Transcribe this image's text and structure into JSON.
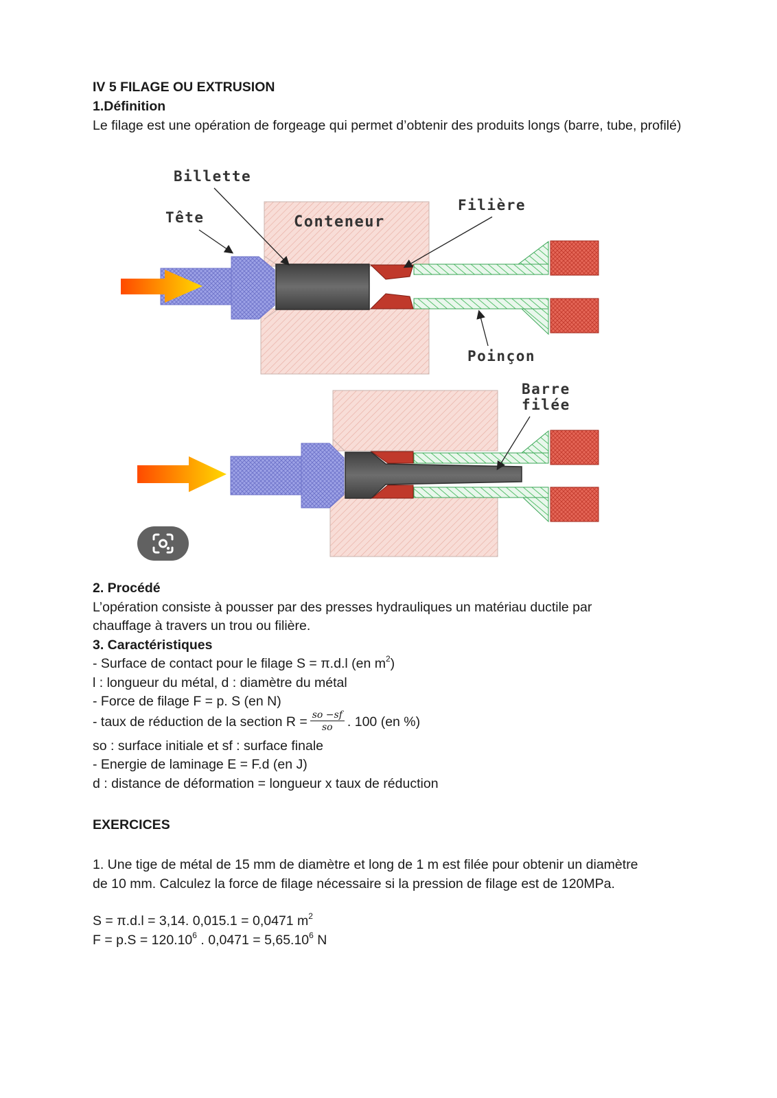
{
  "section_title": "IV 5 FILAGE OU EXTRUSION",
  "definition": {
    "heading": "1.Définition",
    "text": "Le filage est une opération de forgeage qui permet d’obtenir des produits longs (barre, tube, profilé)"
  },
  "diagram": {
    "labels": {
      "billette": "Billette",
      "tete": "Tête",
      "conteneur": "Conteneur",
      "filiere": "Filière",
      "poincon": "Poinçon",
      "barre_1": "Barre",
      "barre_2": "filée"
    },
    "lens_icon": "image-search-icon"
  },
  "procede": {
    "heading": "2. Procédé",
    "line1": "L’opération consiste à pousser par des presses hydrauliques un matériau ductile par",
    "line2": "chauffage à travers un trou ou filière."
  },
  "caracteristiques": {
    "heading": "3. Caractéristiques",
    "surface_prefix": "- Surface de contact pour le filage S = π.d.l  (en m",
    "surface_exp": "2",
    "surface_suffix": ")",
    "l_d_def": "l : longueur du métal, d : diamètre du métal",
    "force": "- Force de filage F = p. S (en N)",
    "taux_prefix": "-  taux de réduction de la section  R =",
    "taux_num": "so −sf",
    "taux_den": "so",
    "taux_suffix": ". 100 (en %)",
    "so_sf_def": "so : surface initiale et sf : surface finale",
    "energie": "- Energie de laminage E = F.d (en J)",
    "d_def": "d : distance de déformation = longueur x taux de réduction"
  },
  "exercices": {
    "heading": "EXERCICES",
    "q1_line1": "1. Une tige de métal de 15 mm de diamètre et long de 1 m est filée pour obtenir un diamètre",
    "q1_line2": "de 10 mm. Calculez la force de filage nécessaire si la pression de filage est de 120MPa.",
    "s_calc": "S = π.d.l   = 3,14. 0,015.1 = 0,0471 m",
    "s_exp": "2",
    "f_calc_a": "F = p.S = 120.10",
    "f_exp_a": "6",
    "f_calc_b": " . 0,0471 = 5,65.10",
    "f_exp_b": "6",
    "f_calc_c": " N"
  },
  "colors": {
    "container": "#f6d6d0",
    "punch": "#8f94de",
    "billet": "#595959",
    "die": "#c0392b",
    "mandrel_hatch": "#55c26b",
    "brick": "#e05545",
    "arrow_start": "#ff3a00",
    "arrow_end": "#ffd200"
  }
}
